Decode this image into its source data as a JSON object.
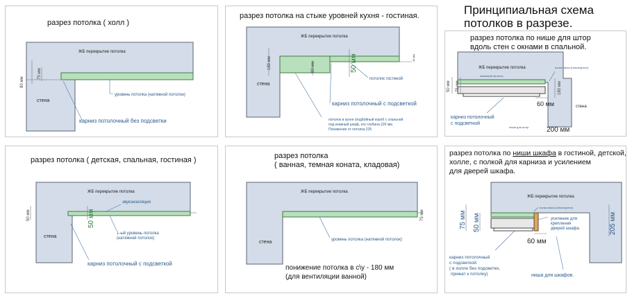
{
  "main_title": {
    "line1": "Принципиальная схема",
    "line2": "потолков в разрезе."
  },
  "panels": [
    {
      "title": "разрез потолка  ( холл )",
      "slab_label": "ЖБ перекрытие потолка",
      "wall_label": "стена",
      "dim_80": "80 мм",
      "dim_75": "75 мм",
      "ceiling_label": "уровень потолка (натяжной потолок)",
      "cornice_label": "карниз потолочный  без подсветки"
    },
    {
      "title": "разрез потолка на стыке уровней кухня - гостиная.",
      "slab_label": "ЖБ перекрытие потолка",
      "wall_label": "стена",
      "dim_180": "180 мм",
      "dim_80": "80 мм",
      "dim_50": "50 мм",
      "dim_45": "45 мм",
      "living_label": "потолок гостиной",
      "cornice_label": "карниз потолочный с подсветкой",
      "kitchen_line1": "потолок в кухне (подбойный короб с спальной",
      "kitchen_line2": "под кнкжный шкаф, его глубина 220 мм.",
      "kitchen_line3": "Понижение от потолка 225"
    },
    {
      "title_line1": "разрез потолка по нише для штор",
      "title_line2": "вдоль стен с окнами в спальной.",
      "slab_label": "ЖБ перекрытие потолка",
      "wall_label": "стена",
      "dim_50": "50 мм",
      "dim_75": "75 мм",
      "dim_180": "180 мм",
      "dim_60": "60 мм",
      "dim_200": "200 мм",
      "stretch_label": "натяжной потолок",
      "niche_level_label": "полка ниши (гипсокартон)",
      "cornice_line1": "карниз потолочный",
      "cornice_line2": "с подсветкой",
      "curtain_label": "ниша для штор"
    },
    {
      "title": "разрез   потолка  ( детская, спальная, гостиная )",
      "slab_label": "ЖБ перекрытие потолка",
      "wall_label": "стена",
      "dim_50_small": "50 мм",
      "dim_50": "50 мм",
      "insulation_label": "звукоизоляция",
      "level_line1": "1-ый уровень потолка",
      "level_line2": "(натяжной потолок)",
      "cornice_label": "карниз потолочный с подсветкой"
    },
    {
      "title_line1": "разрез потолка",
      "title_line2": "( ванная, темная коната, кладовая)",
      "slab_label": "ЖБ перекрытие потолка",
      "wall_label": "стена",
      "dim_75": "75 мм",
      "ceiling_label": "уровень потолка (натяжной потолок)",
      "note_line1": "понижение потолка в с\\у - 180 мм",
      "note_line2": "(для вентиляции ванной)"
    },
    {
      "title_line1_pre": "разрез потолка по ",
      "title_line1_u": "ниши шкафа",
      "title_line1_post": " в гостиной, детской,",
      "title_line2": "холле, с полкой для карниза и усилением",
      "title_line3": "для  дверей шкафа.",
      "slab_label": "ЖБ перекрытие потолка",
      "niche_level_label": "полка ниши (гипсокартон)",
      "dim_75": "75 мм",
      "dim_50": "50 мм",
      "dim_60": "60 мм",
      "dim_205": "205 мм",
      "reinforce_line1": "усиление для",
      "reinforce_line2": "крепления",
      "reinforce_line3": "дверей шкафа",
      "cornice_line1": "карниз потолочный",
      "cornice_line2": "с подсветкой",
      "cornice_line3": "( в холле без подсветки,",
      "cornice_line4": "прижат к потолку)",
      "wardrobe_label": "ниша для шкафов."
    }
  ]
}
